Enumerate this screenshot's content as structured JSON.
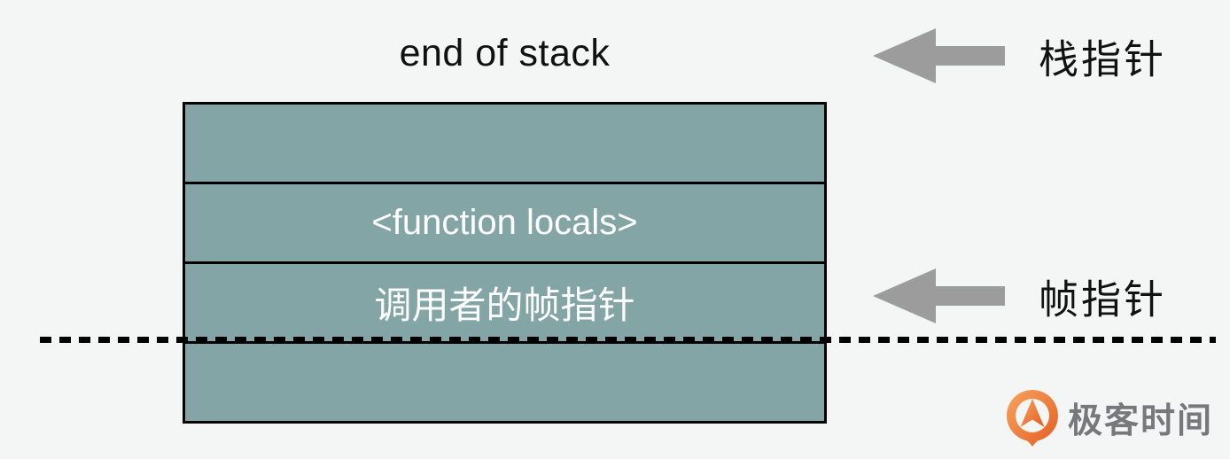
{
  "title": "end of stack",
  "stack": {
    "fill_color": "#83a5a5",
    "border_color": "#000000",
    "rows": [
      {
        "label": ""
      },
      {
        "label": "<function locals>"
      },
      {
        "label": "调用者的帧指针"
      },
      {
        "label": ""
      }
    ]
  },
  "pointers": {
    "stack_pointer": {
      "label": "栈指针"
    },
    "frame_pointer": {
      "label": "帧指针"
    },
    "arrow_color": "#9c9c9c",
    "arrow_direction": "left"
  },
  "dashed_line": {
    "color": "#000000",
    "style": "dashed"
  },
  "logo": {
    "text": "极客时间",
    "icon": "geektime-logo-icon",
    "icon_color_start": "#f7a45f",
    "icon_color_end": "#e45d22",
    "text_color": "#77787b"
  },
  "background_color": "#f4f6f5"
}
